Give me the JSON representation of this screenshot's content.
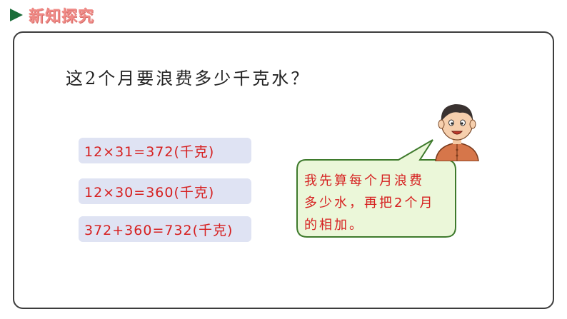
{
  "header": {
    "title": "新知探究",
    "icon": "play-triangle-icon",
    "accent_color": "#1b6e3a"
  },
  "question": "这2个月要浪费多少千克水？",
  "equations": [
    "12×31=372(千克)",
    "12×30=360(千克)",
    "372+360=732(千克)"
  ],
  "speech_bubble": {
    "text": "我先算每个月浪费\n多少水，再把2个月\n的相加。",
    "fill": "#ebf7d9",
    "border": "#3e7a2c"
  },
  "character": {
    "icon": "boy-avatar-icon"
  }
}
